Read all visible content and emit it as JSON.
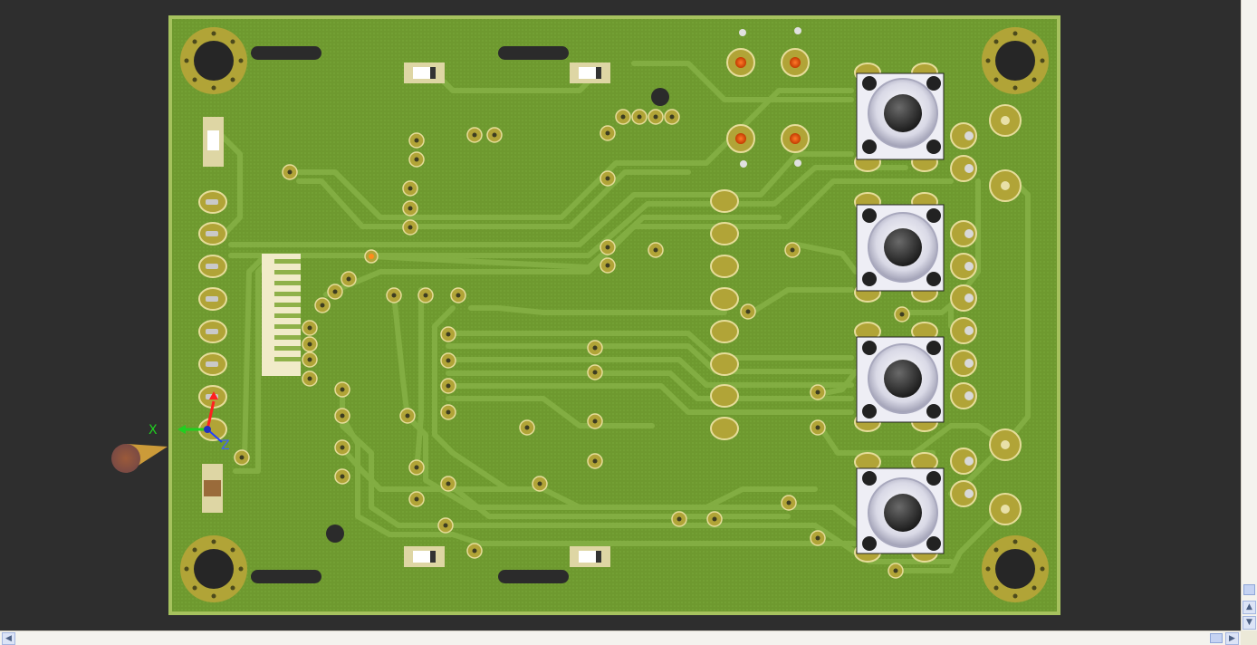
{
  "app": {
    "title": "PCB 3D View"
  },
  "board": {
    "substrate_color": "#8fb149",
    "copper_color": "#6f9a32",
    "trace_color": "#82ac45",
    "pad_color": "#b9a83a",
    "outline_color": "#a4c061",
    "background_color": "#2e2e2e"
  },
  "gizmo": {
    "x_label": "X",
    "z_label": "Z"
  },
  "scrollbars": {
    "up_arrow": "▲",
    "down_arrow": "▼",
    "left_arrow": "◀",
    "right_arrow": "▶",
    "grip": "|||"
  }
}
